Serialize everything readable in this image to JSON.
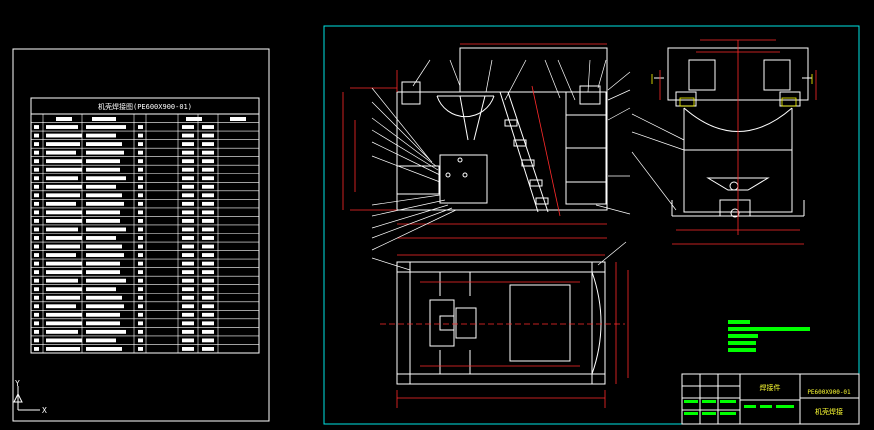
{
  "colors": {
    "background": "#000000",
    "frame": "#ffffff",
    "drawing_frame": "#00e5e5",
    "part_lines": "#ffffff",
    "dimension_lines": "#ff2a2a",
    "leader_lines": "#ffffff",
    "hidden_lines": "#ffff00",
    "title_block": "#ffffff",
    "title_text": "#ffff33",
    "notes": "#00ff00",
    "dim_text": "#ff3333"
  },
  "bom_sheet": {
    "title": "机壳焊接图(PE600X900-01)"
  },
  "title_block": {
    "assembly_name": "焊接件",
    "drawing_number": "PE600X900-01",
    "part_name": "机壳焊接"
  },
  "ucs_icon": {
    "axis_y": "Y",
    "axis_x": "X"
  }
}
